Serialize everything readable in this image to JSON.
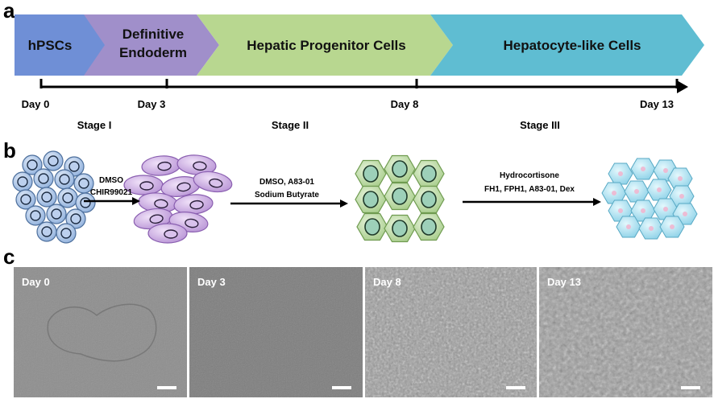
{
  "panel_labels": {
    "a": "a",
    "b": "b",
    "c": "c"
  },
  "stages_bar": [
    {
      "label": "hPSCs",
      "color": "#6f8fd6"
    },
    {
      "label_line1": "Definitive",
      "label_line2": "Endoderm",
      "color": "#9b8cc6"
    },
    {
      "label": "Hepatic Progenitor Cells",
      "color": "#b6d48f"
    },
    {
      "label": "Hepatocyte-like Cells",
      "color": "#56b9cf"
    }
  ],
  "timeline": {
    "days": [
      "Day 0",
      "Day 3",
      "Day 8",
      "Day 13"
    ],
    "stages": [
      "Stage I",
      "Stage II",
      "Stage III"
    ]
  },
  "protocol_arrows": [
    {
      "line1": "DMSO",
      "line2": "CHIR99021"
    },
    {
      "line1": "DMSO, A83-01",
      "line2": "Sodium Butyrate"
    },
    {
      "line1": "Hydrocortisone",
      "line2": "FH1, FPH1, A83-01, Dex"
    }
  ],
  "micrographs": [
    {
      "label": "Day 0"
    },
    {
      "label": "Day 3"
    },
    {
      "label": "Day 8"
    },
    {
      "label": "Day 13"
    }
  ],
  "colors": {
    "hpsc_cell": "#a9c2e6",
    "endoderm_cell": "#c9a7e0",
    "progenitor_cell": "#bcdca4",
    "hepatocyte_cell": "#a9e2f2"
  }
}
